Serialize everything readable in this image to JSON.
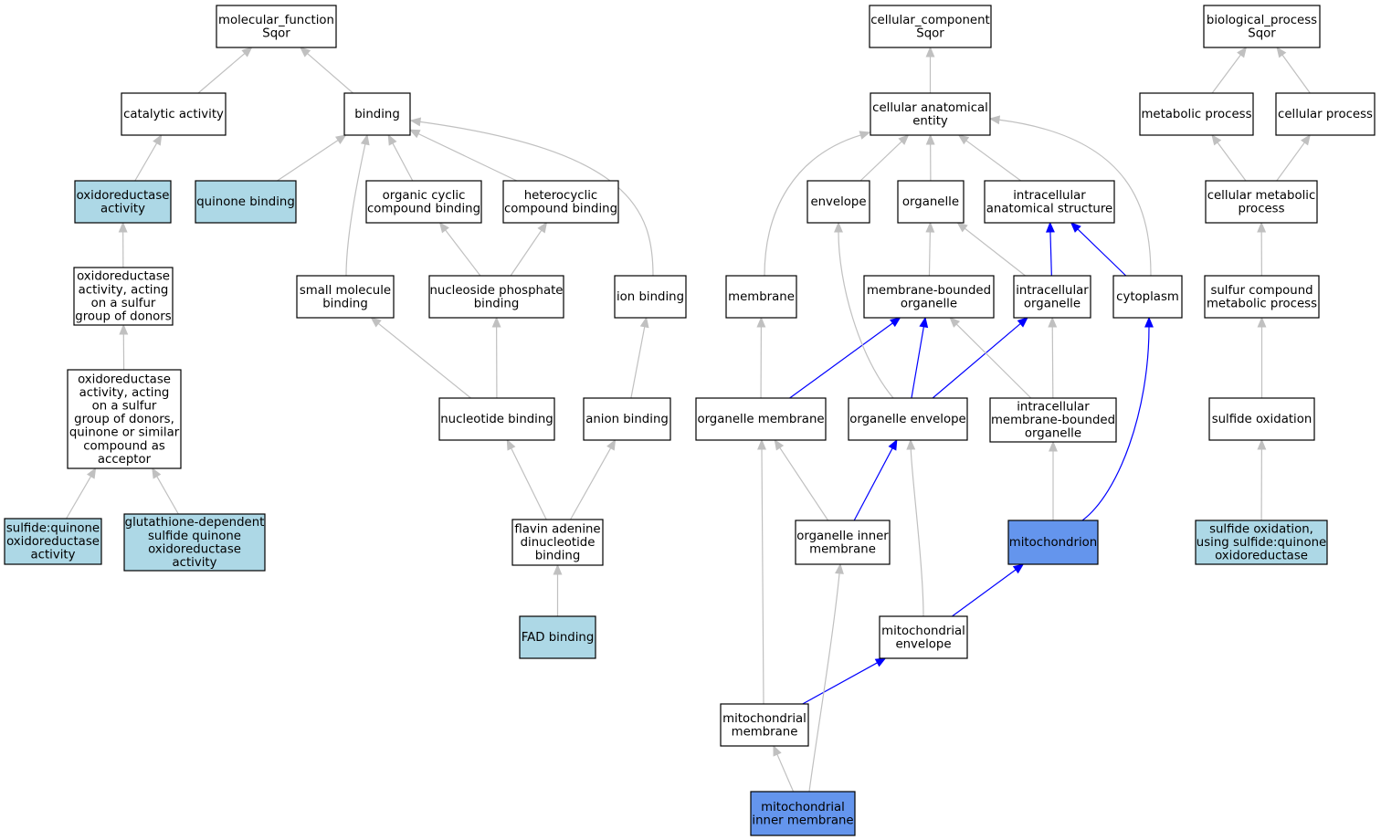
{
  "colors": {
    "plain": "#ffffff",
    "annotated": "#add8e6",
    "highlight": "#6495ed",
    "edge_gray": "#c0c0c0",
    "edge_blue": "#0000ff",
    "border": "#000000"
  },
  "nodes": [
    {
      "id": "mf",
      "fill": "plain",
      "lines": [
        "molecular_function",
        "Sqor"
      ]
    },
    {
      "id": "catact",
      "fill": "plain",
      "lines": [
        "catalytic activity"
      ]
    },
    {
      "id": "binding",
      "fill": "plain",
      "lines": [
        "binding"
      ]
    },
    {
      "id": "oxred",
      "fill": "annotated",
      "lines": [
        "oxidoreductase",
        "activity"
      ]
    },
    {
      "id": "quinbind",
      "fill": "annotated",
      "lines": [
        "quinone binding"
      ]
    },
    {
      "id": "orgcyc",
      "fill": "plain",
      "lines": [
        "organic cyclic",
        "compound binding"
      ]
    },
    {
      "id": "hetcyc",
      "fill": "plain",
      "lines": [
        "heterocyclic",
        "compound binding"
      ]
    },
    {
      "id": "oxsulf",
      "fill": "plain",
      "lines": [
        "oxidoreductase",
        "activity, acting",
        "on a sulfur",
        "group of donors"
      ]
    },
    {
      "id": "smallmol",
      "fill": "plain",
      "lines": [
        "small molecule",
        "binding"
      ]
    },
    {
      "id": "nucphos",
      "fill": "plain",
      "lines": [
        "nucleoside phosphate",
        "binding"
      ]
    },
    {
      "id": "ionbind",
      "fill": "plain",
      "lines": [
        "ion binding"
      ]
    },
    {
      "id": "oxsulfq",
      "fill": "plain",
      "lines": [
        "oxidoreductase",
        "activity, acting",
        "on a sulfur",
        "group of donors,",
        "quinone or similar",
        "compound as",
        "acceptor"
      ]
    },
    {
      "id": "nucbind",
      "fill": "plain",
      "lines": [
        "nucleotide binding"
      ]
    },
    {
      "id": "anion",
      "fill": "plain",
      "lines": [
        "anion binding"
      ]
    },
    {
      "id": "sqoract",
      "fill": "annotated",
      "lines": [
        "sulfide:quinone",
        "oxidoreductase",
        "activity"
      ]
    },
    {
      "id": "glut",
      "fill": "annotated",
      "lines": [
        "glutathione-dependent",
        "sulfide quinone",
        "oxidoreductase",
        "activity"
      ]
    },
    {
      "id": "fadbind2",
      "fill": "plain",
      "lines": [
        "flavin adenine",
        "dinucleotide",
        "binding"
      ]
    },
    {
      "id": "fad",
      "fill": "annotated",
      "lines": [
        "FAD binding"
      ]
    },
    {
      "id": "cc",
      "fill": "plain",
      "lines": [
        "cellular_component",
        "Sqor"
      ]
    },
    {
      "id": "cae",
      "fill": "plain",
      "lines": [
        "cellular anatomical",
        "entity"
      ]
    },
    {
      "id": "envelope",
      "fill": "plain",
      "lines": [
        "envelope"
      ]
    },
    {
      "id": "organelle",
      "fill": "plain",
      "lines": [
        "organelle"
      ]
    },
    {
      "id": "ias",
      "fill": "plain",
      "lines": [
        "intracellular",
        "anatomical structure"
      ]
    },
    {
      "id": "membrane",
      "fill": "plain",
      "lines": [
        "membrane"
      ]
    },
    {
      "id": "mbo",
      "fill": "plain",
      "lines": [
        "membrane-bounded",
        "organelle"
      ]
    },
    {
      "id": "io",
      "fill": "plain",
      "lines": [
        "intracellular",
        "organelle"
      ]
    },
    {
      "id": "cyto",
      "fill": "plain",
      "lines": [
        "cytoplasm"
      ]
    },
    {
      "id": "orgmem",
      "fill": "plain",
      "lines": [
        "organelle membrane"
      ]
    },
    {
      "id": "orgenv",
      "fill": "plain",
      "lines": [
        "organelle envelope"
      ]
    },
    {
      "id": "imbo",
      "fill": "plain",
      "lines": [
        "intracellular",
        "membrane-bounded",
        "organelle"
      ]
    },
    {
      "id": "oim",
      "fill": "plain",
      "lines": [
        "organelle inner",
        "membrane"
      ]
    },
    {
      "id": "mito",
      "fill": "highlight",
      "lines": [
        "mitochondrion"
      ]
    },
    {
      "id": "mitoenv",
      "fill": "plain",
      "lines": [
        "mitochondrial",
        "envelope"
      ]
    },
    {
      "id": "mitomem",
      "fill": "plain",
      "lines": [
        "mitochondrial",
        "membrane"
      ]
    },
    {
      "id": "mim",
      "fill": "highlight",
      "lines": [
        "mitochondrial",
        "inner membrane"
      ]
    },
    {
      "id": "bp",
      "fill": "plain",
      "lines": [
        "biological_process",
        "Sqor"
      ]
    },
    {
      "id": "metproc",
      "fill": "plain",
      "lines": [
        "metabolic process"
      ]
    },
    {
      "id": "cellproc",
      "fill": "plain",
      "lines": [
        "cellular process"
      ]
    },
    {
      "id": "cmp",
      "fill": "plain",
      "lines": [
        "cellular metabolic",
        "process"
      ]
    },
    {
      "id": "scmp",
      "fill": "plain",
      "lines": [
        "sulfur compound",
        "metabolic process"
      ]
    },
    {
      "id": "sox",
      "fill": "plain",
      "lines": [
        "sulfide oxidation"
      ]
    },
    {
      "id": "soxq",
      "fill": "annotated",
      "lines": [
        "sulfide oxidation,",
        "using sulfide:quinone",
        "oxidoreductase"
      ]
    }
  ],
  "edges": [
    {
      "from": "catact",
      "to": "mf",
      "color": "edge_gray"
    },
    {
      "from": "binding",
      "to": "mf",
      "color": "edge_gray"
    },
    {
      "from": "oxred",
      "to": "catact",
      "color": "edge_gray"
    },
    {
      "from": "quinbind",
      "to": "binding",
      "color": "edge_gray"
    },
    {
      "from": "smallmol",
      "to": "binding",
      "color": "edge_gray"
    },
    {
      "from": "orgcyc",
      "to": "binding",
      "color": "edge_gray"
    },
    {
      "from": "hetcyc",
      "to": "binding",
      "color": "edge_gray"
    },
    {
      "from": "ionbind",
      "to": "binding",
      "color": "edge_gray"
    },
    {
      "from": "oxsulf",
      "to": "oxred",
      "color": "edge_gray"
    },
    {
      "from": "nucphos",
      "to": "orgcyc",
      "color": "edge_gray"
    },
    {
      "from": "nucphos",
      "to": "hetcyc",
      "color": "edge_gray"
    },
    {
      "from": "oxsulfq",
      "to": "oxsulf",
      "color": "edge_gray"
    },
    {
      "from": "nucbind",
      "to": "smallmol",
      "color": "edge_gray"
    },
    {
      "from": "nucbind",
      "to": "nucphos",
      "color": "edge_gray"
    },
    {
      "from": "anion",
      "to": "ionbind",
      "color": "edge_gray"
    },
    {
      "from": "sqoract",
      "to": "oxsulfq",
      "color": "edge_gray"
    },
    {
      "from": "glut",
      "to": "oxsulfq",
      "color": "edge_gray"
    },
    {
      "from": "fadbind2",
      "to": "nucbind",
      "color": "edge_gray"
    },
    {
      "from": "fadbind2",
      "to": "anion",
      "color": "edge_gray"
    },
    {
      "from": "fad",
      "to": "fadbind2",
      "color": "edge_gray"
    },
    {
      "from": "cae",
      "to": "cc",
      "color": "edge_gray"
    },
    {
      "from": "membrane",
      "to": "cae",
      "color": "edge_gray"
    },
    {
      "from": "envelope",
      "to": "cae",
      "color": "edge_gray"
    },
    {
      "from": "organelle",
      "to": "cae",
      "color": "edge_gray"
    },
    {
      "from": "ias",
      "to": "cae",
      "color": "edge_gray"
    },
    {
      "from": "cyto",
      "to": "cae",
      "color": "edge_gray"
    },
    {
      "from": "mbo",
      "to": "organelle",
      "color": "edge_gray"
    },
    {
      "from": "io",
      "to": "organelle",
      "color": "edge_gray"
    },
    {
      "from": "io",
      "to": "ias",
      "color": "edge_blue"
    },
    {
      "from": "cyto",
      "to": "ias",
      "color": "edge_blue"
    },
    {
      "from": "orgmem",
      "to": "membrane",
      "color": "edge_gray"
    },
    {
      "from": "orgmem",
      "to": "mbo",
      "color": "edge_blue"
    },
    {
      "from": "orgenv",
      "to": "envelope",
      "color": "edge_gray"
    },
    {
      "from": "orgenv",
      "to": "mbo",
      "color": "edge_blue"
    },
    {
      "from": "orgenv",
      "to": "io",
      "color": "edge_blue"
    },
    {
      "from": "imbo",
      "to": "mbo",
      "color": "edge_gray"
    },
    {
      "from": "imbo",
      "to": "io",
      "color": "edge_gray"
    },
    {
      "from": "oim",
      "to": "orgmem",
      "color": "edge_gray"
    },
    {
      "from": "oim",
      "to": "orgenv",
      "color": "edge_blue"
    },
    {
      "from": "mito",
      "to": "imbo",
      "color": "edge_gray"
    },
    {
      "from": "mito",
      "to": "cyto",
      "color": "edge_blue"
    },
    {
      "from": "mitoenv",
      "to": "orgenv",
      "color": "edge_gray"
    },
    {
      "from": "mitoenv",
      "to": "mito",
      "color": "edge_blue"
    },
    {
      "from": "mitomem",
      "to": "orgmem",
      "color": "edge_gray"
    },
    {
      "from": "mitomem",
      "to": "mitoenv",
      "color": "edge_blue"
    },
    {
      "from": "mim",
      "to": "mitomem",
      "color": "edge_gray"
    },
    {
      "from": "mim",
      "to": "oim",
      "color": "edge_gray"
    },
    {
      "from": "metproc",
      "to": "bp",
      "color": "edge_gray"
    },
    {
      "from": "cellproc",
      "to": "bp",
      "color": "edge_gray"
    },
    {
      "from": "cmp",
      "to": "metproc",
      "color": "edge_gray"
    },
    {
      "from": "cmp",
      "to": "cellproc",
      "color": "edge_gray"
    },
    {
      "from": "scmp",
      "to": "cmp",
      "color": "edge_gray"
    },
    {
      "from": "sox",
      "to": "scmp",
      "color": "edge_gray"
    },
    {
      "from": "soxq",
      "to": "sox",
      "color": "edge_gray"
    }
  ]
}
